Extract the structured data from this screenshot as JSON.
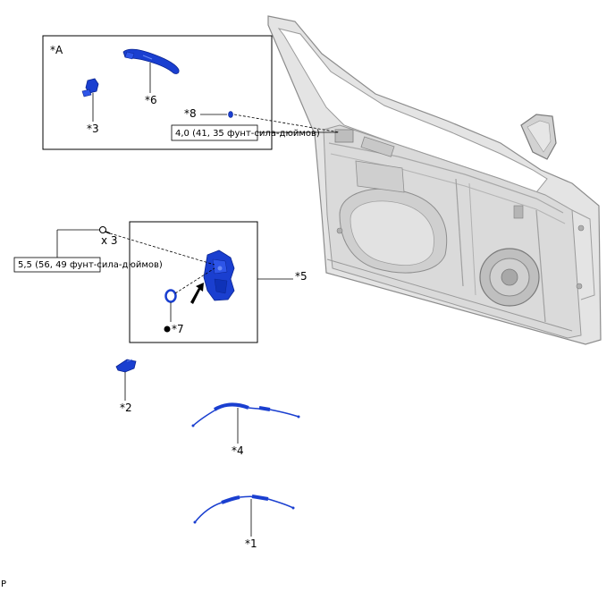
{
  "callouts": {
    "view_a": "*A",
    "c1": "*1",
    "c2": "*2",
    "c3": "*3",
    "c4": "*4",
    "c5": "*5",
    "c6": "*6",
    "c7": "*7",
    "c8": "*8"
  },
  "torques": {
    "t1": "4,0 (41, 35 фунт-сила-дюймов)",
    "t2": "5,5 (56, 49 фунт-сила-дюймов)"
  },
  "quantity": "x 3",
  "corner_code": "P",
  "colors": {
    "part_blue": "#1a3fd0",
    "part_blue_dark": "#0a2490",
    "door_gray": "#d8d8d8",
    "door_line": "#9a9a9a"
  }
}
